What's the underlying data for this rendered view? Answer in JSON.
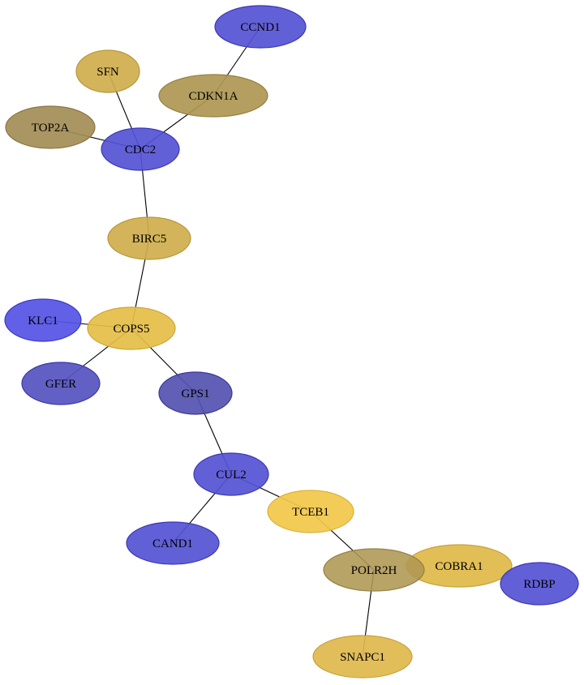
{
  "graph": {
    "nodes": [
      {
        "id": "CCND1",
        "label": "CCND1",
        "fill": "#5552d4",
        "stroke": "#3a38b8",
        "opacity": 0.92
      },
      {
        "id": "SFN",
        "label": "SFN",
        "fill": "#cfae4c",
        "stroke": "#b8973a",
        "opacity": 0.92
      },
      {
        "id": "CDKN1A",
        "label": "CDKN1A",
        "fill": "#ae9752",
        "stroke": "#958042",
        "opacity": 0.92
      },
      {
        "id": "TOP2A",
        "label": "TOP2A",
        "fill": "#a38d55",
        "stroke": "#8a7645",
        "opacity": 0.92
      },
      {
        "id": "CDC2",
        "label": "CDC2",
        "fill": "#5552d4",
        "stroke": "#3a38b8",
        "opacity": 0.92
      },
      {
        "id": "BIRC5",
        "label": "BIRC5",
        "fill": "#cfae4c",
        "stroke": "#b8973a",
        "opacity": 0.92
      },
      {
        "id": "KLC1",
        "label": "KLC1",
        "fill": "#5552e4",
        "stroke": "#3a38c8",
        "opacity": 0.92
      },
      {
        "id": "COPS5",
        "label": "COPS5",
        "fill": "#e5be48",
        "stroke": "#cda736",
        "opacity": 0.92
      },
      {
        "id": "GFER",
        "label": "GFER",
        "fill": "#5552c0",
        "stroke": "#3a38a6",
        "opacity": 0.92
      },
      {
        "id": "GPS1",
        "label": "GPS1",
        "fill": "#5452b0",
        "stroke": "#3a3896",
        "opacity": 0.92
      },
      {
        "id": "CUL2",
        "label": "CUL2",
        "fill": "#5552d4",
        "stroke": "#3a38b8",
        "opacity": 0.92
      },
      {
        "id": "TCEB1",
        "label": "TCEB1",
        "fill": "#f2c84a",
        "stroke": "#dbb238",
        "opacity": 0.92
      },
      {
        "id": "CAND1",
        "label": "CAND1",
        "fill": "#5552d4",
        "stroke": "#3a38b8",
        "opacity": 0.92
      },
      {
        "id": "COBRA1",
        "label": "COBRA1",
        "fill": "#e0b948",
        "stroke": "#c9a236",
        "opacity": 0.92
      },
      {
        "id": "POLR2H",
        "label": "POLR2H",
        "fill": "#ae9752",
        "stroke": "#958042",
        "opacity": 0.88
      },
      {
        "id": "RDBP",
        "label": "RDBP",
        "fill": "#5552d4",
        "stroke": "#3a38b8",
        "opacity": 0.92
      },
      {
        "id": "SNAPC1",
        "label": "SNAPC1",
        "fill": "#dfb94c",
        "stroke": "#c8a23a",
        "opacity": 0.92
      }
    ],
    "edges": [
      {
        "source": "CCND1",
        "target": "CDKN1A"
      },
      {
        "source": "CDKN1A",
        "target": "CDC2"
      },
      {
        "source": "SFN",
        "target": "CDC2"
      },
      {
        "source": "TOP2A",
        "target": "CDC2"
      },
      {
        "source": "CDC2",
        "target": "BIRC5"
      },
      {
        "source": "BIRC5",
        "target": "COPS5"
      },
      {
        "source": "KLC1",
        "target": "COPS5"
      },
      {
        "source": "COPS5",
        "target": "GFER"
      },
      {
        "source": "COPS5",
        "target": "GPS1"
      },
      {
        "source": "GPS1",
        "target": "CUL2"
      },
      {
        "source": "CUL2",
        "target": "CAND1"
      },
      {
        "source": "CUL2",
        "target": "TCEB1"
      },
      {
        "source": "TCEB1",
        "target": "POLR2H"
      },
      {
        "source": "POLR2H",
        "target": "SNAPC1"
      }
    ]
  }
}
